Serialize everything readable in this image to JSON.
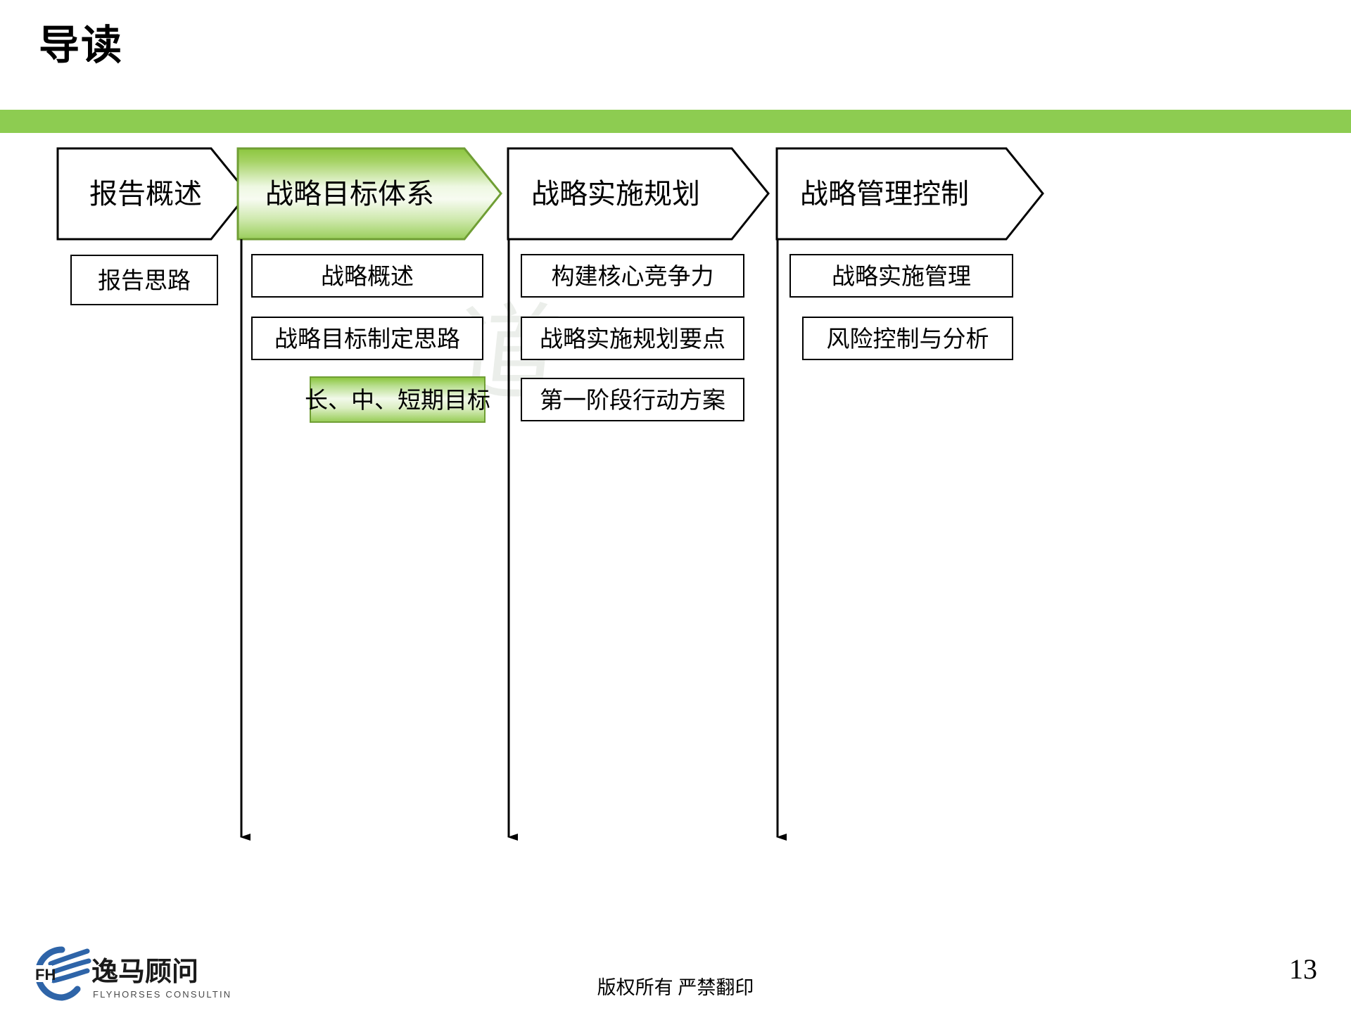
{
  "slide": {
    "title": "导读",
    "page_number": "13",
    "accent_color": "#8DCC51",
    "highlight_color": "#8CC63F"
  },
  "watermark": {
    "text": "道"
  },
  "flow": {
    "stages": [
      {
        "id": "stage-1",
        "label": "报告概述",
        "active": false,
        "items": [
          {
            "label": "报告思路",
            "active": false
          }
        ]
      },
      {
        "id": "stage-2",
        "label": "战略目标体系",
        "active": true,
        "items": [
          {
            "label": "战略概述",
            "active": false
          },
          {
            "label": "战略目标制定思路",
            "active": false
          },
          {
            "label": "长、中、短期目标",
            "active": true
          }
        ]
      },
      {
        "id": "stage-3",
        "label": "战略实施规划",
        "active": false,
        "items": [
          {
            "label": "构建核心竞争力",
            "active": false
          },
          {
            "label": "战略实施规划要点",
            "active": false
          },
          {
            "label": "第一阶段行动方案",
            "active": false
          }
        ]
      },
      {
        "id": "stage-4",
        "label": "战略管理控制",
        "active": false,
        "items": [
          {
            "label": "战略实施管理",
            "active": false
          },
          {
            "label": "风险控制与分析",
            "active": false
          }
        ]
      }
    ]
  },
  "footer": {
    "copyright": "版权所有  严禁翻印",
    "logo_cn": "逸马顾问",
    "logo_en": "FLYHORSES CONSULTING",
    "logo_mark": "FH",
    "logo_color": "#2E64A8"
  }
}
